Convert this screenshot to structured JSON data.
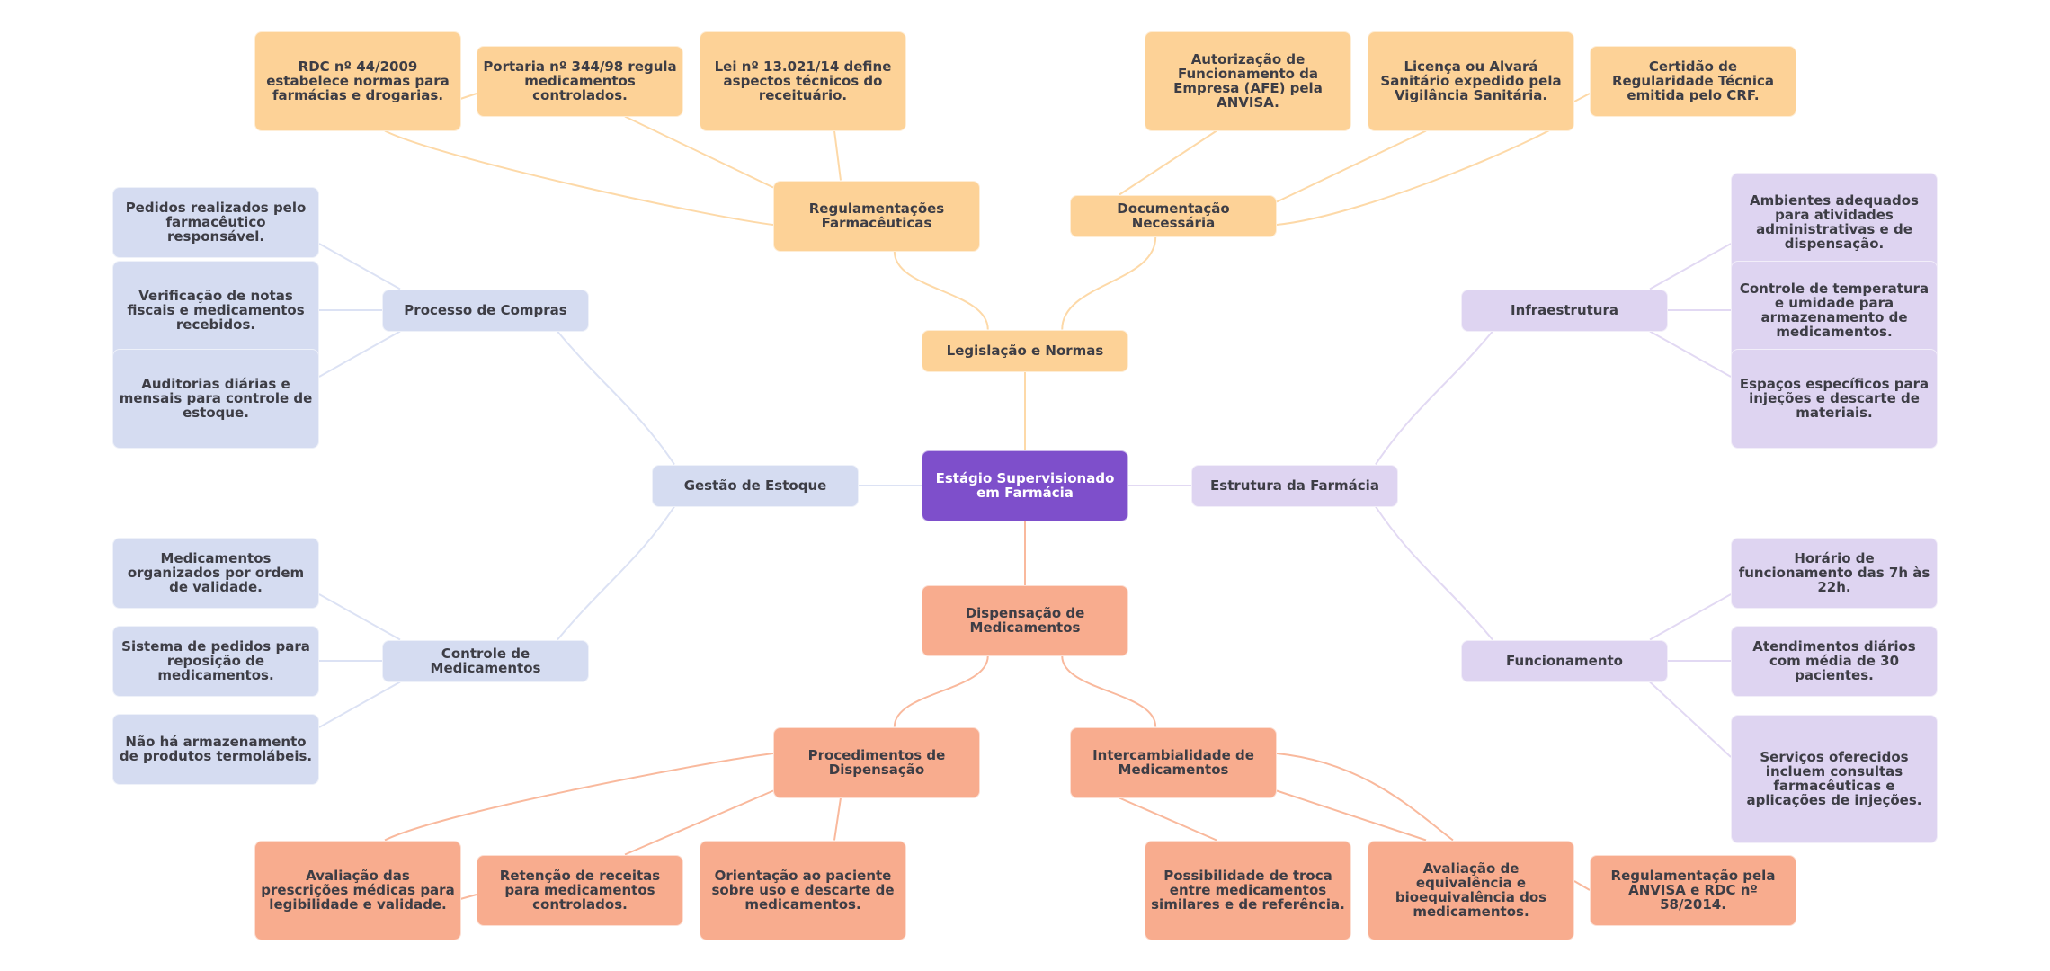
{
  "title": "Estágio Supervisionado em Farmácia",
  "colors": {
    "root": "#7e4fcb",
    "legislacao": "#fdd297",
    "legislacao_edge": "#fdd9a8",
    "dispensacao": "#f8ac8e",
    "dispensacao_edge": "#f9b99d",
    "gestao": "#d5dcf1",
    "gestao_edge": "#dce2f4",
    "estrutura": "#ded4f1",
    "estrutura_edge": "#e2d9f3"
  },
  "root": {
    "label": "Estágio Supervisionado em Farmácia",
    "branches": [
      {
        "id": "legislacao",
        "label": "Legislação e Normas",
        "children": [
          {
            "label": "Regulamentações Farmacêuticas",
            "children": [
              "RDC nº 44/2009 estabelece normas para farmácias e drogarias.",
              "Portaria nº 344/98 regula medicamentos controlados.",
              "Lei nº 13.021/14 define aspectos técnicos do receituário."
            ]
          },
          {
            "label": "Documentação Necessária",
            "children": [
              "Autorização de Funcionamento da Empresa (AFE) pela ANVISA.",
              "Licença ou Alvará Sanitário expedido pela Vigilância Sanitária.",
              "Certidão de Regularidade Técnica emitida pelo CRF."
            ]
          }
        ]
      },
      {
        "id": "dispensacao",
        "label": "Dispensação de Medicamentos",
        "children": [
          {
            "label": "Procedimentos de Dispensação",
            "children": [
              "Avaliação das prescrições médicas para legibilidade e validade.",
              "Retenção de receitas para medicamentos controlados.",
              "Orientação ao paciente sobre uso e descarte de medicamentos."
            ]
          },
          {
            "label": "Intercambialidade de Medicamentos",
            "children": [
              "Possibilidade de troca entre medicamentos similares e de referência.",
              "Avaliação de equivalência e bioequivalência dos medicamentos.",
              "Regulamentação pela ANVISA e RDC nº 58/2014."
            ]
          }
        ]
      },
      {
        "id": "gestao",
        "label": "Gestão de Estoque",
        "children": [
          {
            "label": "Processo de Compras",
            "children": [
              "Pedidos realizados pelo farmacêutico responsável.",
              "Verificação de notas fiscais e medicamentos recebidos.",
              "Auditorias diárias e mensais para controle de estoque."
            ]
          },
          {
            "label": "Controle de Medicamentos",
            "children": [
              "Medicamentos organizados por ordem de validade.",
              "Sistema de pedidos para reposição de medicamentos.",
              "Não há armazenamento de produtos termolábeis."
            ]
          }
        ]
      },
      {
        "id": "estrutura",
        "label": "Estrutura da Farmácia",
        "children": [
          {
            "label": "Infraestrutura",
            "children": [
              "Ambientes adequados para atividades administrativas e de dispensação.",
              "Controle de temperatura e umidade para armazenamento de medicamentos.",
              "Espaços específicos para injeções e descarte de materiais."
            ]
          },
          {
            "label": "Funcionamento",
            "children": [
              "Horário de funcionamento das 7h às 22h.",
              "Atendimentos diários com média de 30 pacientes.",
              "Serviços oferecidos incluem consultas farmacêuticas e aplicações de injeções."
            ]
          }
        ]
      }
    ]
  }
}
